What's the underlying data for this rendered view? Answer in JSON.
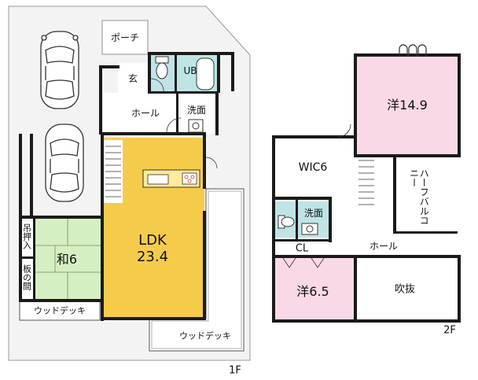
{
  "floors": {
    "first": "1F",
    "second": "2F"
  },
  "first_floor": {
    "porch": "ポーチ",
    "genkan": "玄",
    "ub": "UB",
    "hall": "ホール",
    "senmen": "洗面",
    "ldk_name": "LDK",
    "ldk_size": "23.4",
    "washitsu": "和6",
    "tsuri_oshiire": "吊押入",
    "ita_no_ma": "板の間",
    "wood_deck_left": "ウッドデッキ",
    "wood_deck_right": "ウッドデッキ"
  },
  "second_floor": {
    "western_large": "洋14.9",
    "wic": "WIC6",
    "senmen": "洗面",
    "cl": "CL",
    "hall": "ホール",
    "western_small": "洋6.5",
    "fukinuke": "吹抜",
    "half_balcony": "ハーフバルコニー"
  },
  "colors": {
    "ldk": "#f5cc4a",
    "washitsu": "#d6efc2",
    "western": "#f9d9e8",
    "wet": "#bfe4e6",
    "lot": "#f2f2f2"
  }
}
